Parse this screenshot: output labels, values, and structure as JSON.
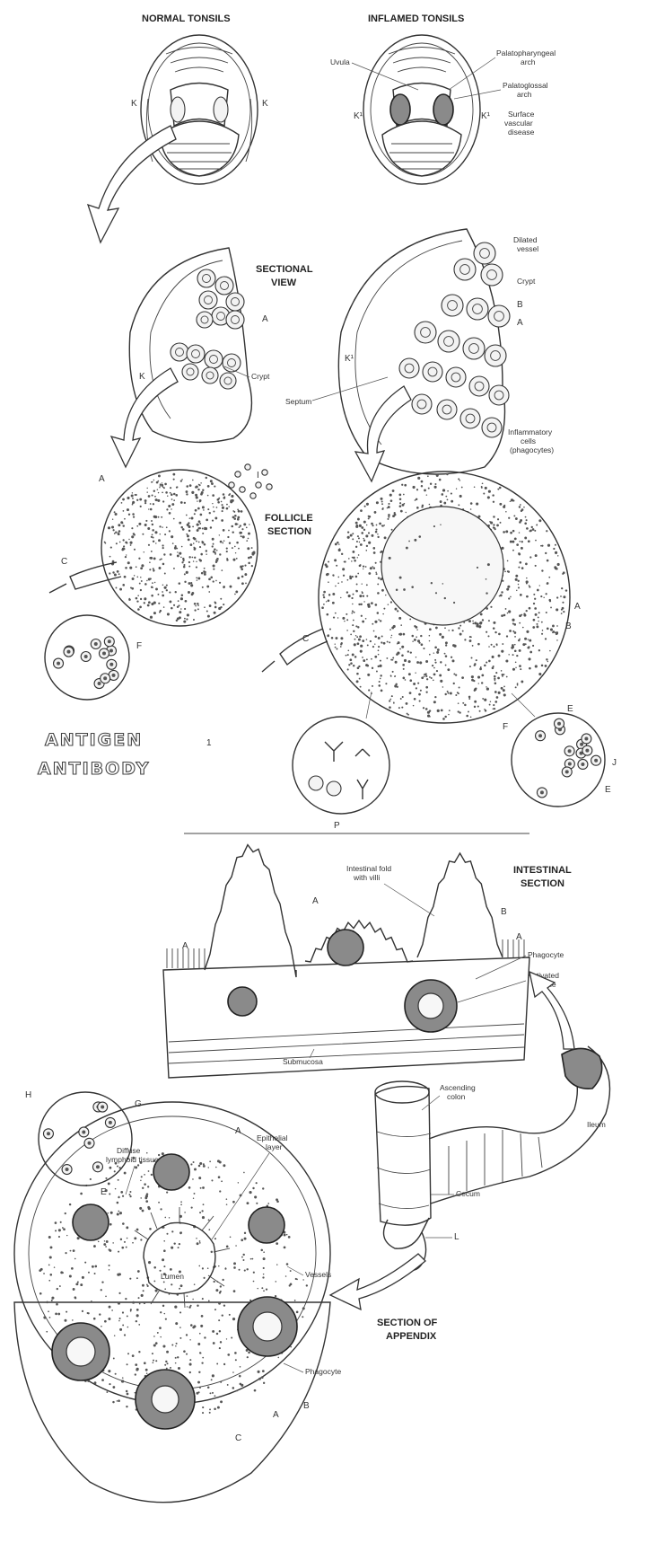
{
  "headings": {
    "normal_tonsils": "NORMAL TONSILS",
    "inflamed_tonsils": "INFLAMED TONSILS",
    "sectional_view_1": "SECTIONAL",
    "sectional_view_2": "VIEW",
    "follicle_section_1": "FOLLICLE",
    "follicle_section_2": "SECTION",
    "intestinal_section_1": "INTESTINAL",
    "intestinal_section_2": "SECTION",
    "section_appendix_1": "SECTION OF",
    "section_appendix_2": "APPENDIX"
  },
  "outline_words": {
    "antigen": "ANTIGEN",
    "antigen_sub": "1",
    "antibody": "ANTIBODY"
  },
  "labels": {
    "uvula": "Uvula",
    "palatopharyngeal_1": "Palatopharyngeal",
    "palatopharyngeal_2": "arch",
    "palatoglossal_1": "Palatoglossal",
    "palatoglossal_2": "arch",
    "surface_1": "Surface",
    "surface_2": "vascular",
    "surface_3": "disease",
    "crypt_left": "Crypt",
    "dilated_1": "Dilated",
    "dilated_2": "vessel",
    "crypt_right": "Crypt",
    "septum": "Septum",
    "inflam_1": "Inflammatory",
    "inflam_2": "cells",
    "inflam_3": "(phagocytes)",
    "fold_1": "Intestinal fold",
    "fold_2": "with villi",
    "phagocyte_int": "Phagocyte",
    "activated_1": "Activated",
    "activated_2": "follicle",
    "submucosa": "Submucosa",
    "diffuse_1": "Diffuse",
    "diffuse_2": "lymphoid tissue",
    "epithelial_1": "Epithelial",
    "epithelial_2": "layer",
    "lumen": "Lumen",
    "vessels": "Vessels",
    "phagocyte_app": "Phagocyte",
    "ascending_1": "Ascending",
    "ascending_2": "colon",
    "ileum": "Ileum",
    "cecum": "Cecum"
  },
  "letters": {
    "k": "K",
    "k1": "K¹",
    "a": "A",
    "b": "B",
    "c": "C",
    "e": "E",
    "f": "F",
    "h": "H",
    "i": "I",
    "j": "J",
    "l": "L",
    "p": "P",
    "g": "G"
  }
}
